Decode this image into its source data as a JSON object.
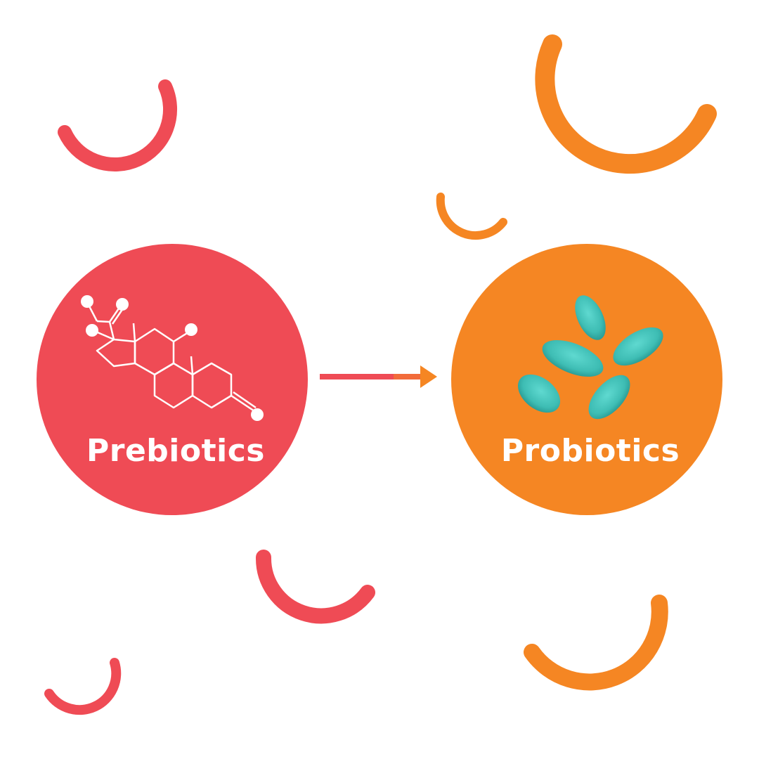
{
  "diagram": {
    "nodes": [
      {
        "id": "prebiotics",
        "label": "Prebiotics",
        "icon": "molecule-icon",
        "color": "#ef4b55"
      },
      {
        "id": "probiotics",
        "label": "Probiotics",
        "icon": "bacteria-icon",
        "color": "#f58623"
      }
    ],
    "edges": [
      {
        "from": "prebiotics",
        "to": "probiotics",
        "style": "arrow"
      }
    ]
  },
  "colors": {
    "red": "#ef4b55",
    "orange": "#f58623",
    "bacteria": "#48c9c0",
    "white": "#ffffff"
  }
}
